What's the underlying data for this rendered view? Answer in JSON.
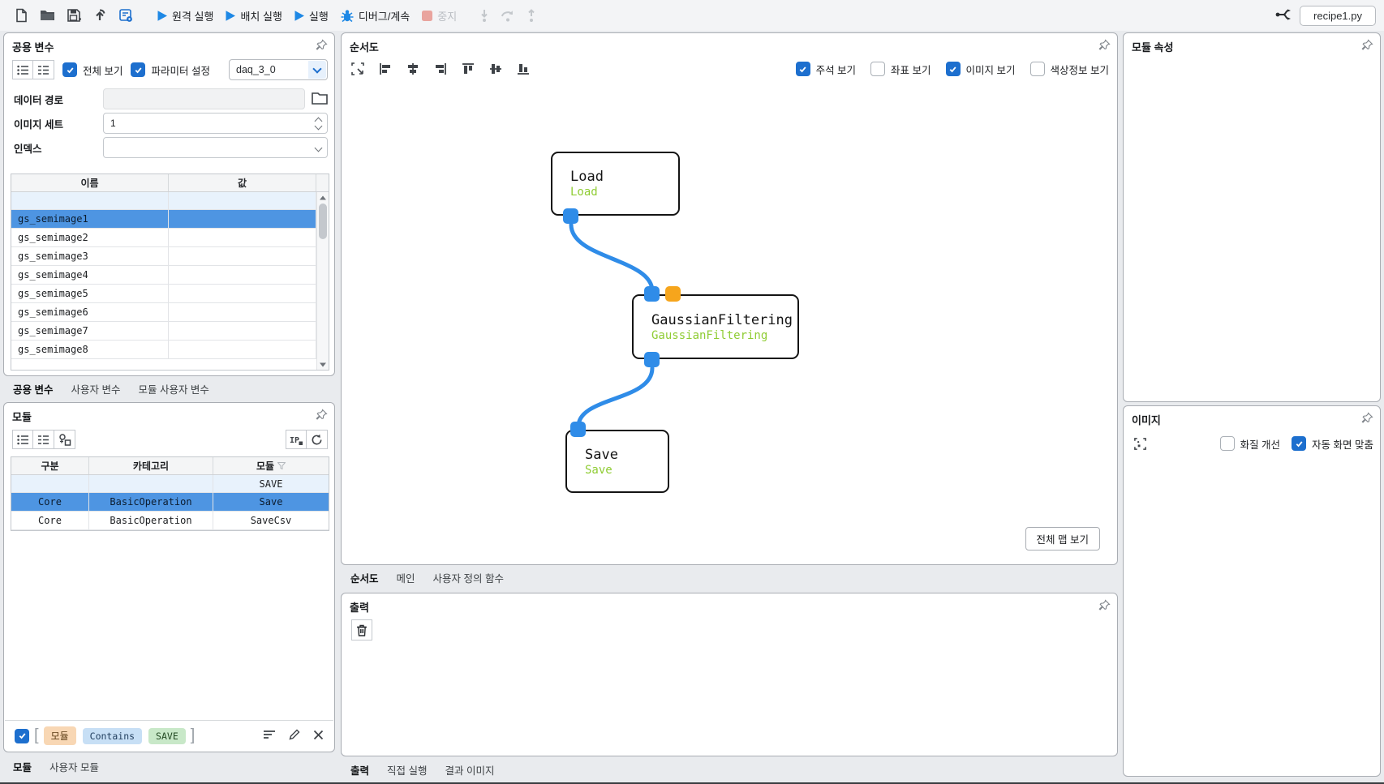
{
  "app": {
    "file_name": "recipe1.py"
  },
  "toolbar": {
    "run_remote": "원격 실행",
    "run_batch": "배치 실행",
    "run": "실행",
    "debug": "디버그/계속",
    "stop": "중지"
  },
  "vars_panel": {
    "title": "공용 변수",
    "show_all_label": "전체 보기",
    "param_setting_label": "파라미터 설정",
    "dataset_value": "daq_3_0",
    "fields": {
      "data_path_label": "데이터 경로",
      "data_path_value": "",
      "image_set_label": "이미지 세트",
      "image_set_value": "1",
      "index_label": "인덱스",
      "index_value": ""
    },
    "table": {
      "headers": [
        "이름",
        "값"
      ],
      "filter_name": "",
      "rows": [
        "gs_semimage1",
        "gs_semimage2",
        "gs_semimage3",
        "gs_semimage4",
        "gs_semimage5",
        "gs_semimage6",
        "gs_semimage7",
        "gs_semimage8"
      ],
      "values": [
        "",
        "",
        "",
        "",
        "",
        "",
        "",
        ""
      ],
      "selected_row": "gs_semimage1"
    },
    "tabs": [
      "공용 변수",
      "사용자 변수",
      "모듈 사용자 변수"
    ],
    "active_tab": "공용 변수"
  },
  "modules_panel": {
    "title": "모듈",
    "ip_icon_text": "IP",
    "table": {
      "headers": [
        "구분",
        "카테고리",
        "모듈"
      ],
      "filter_module": "SAVE",
      "rows": [
        {
          "type": "Core",
          "category": "BasicOperation",
          "module": "Save"
        },
        {
          "type": "Core",
          "category": "BasicOperation",
          "module": "SaveCsv"
        }
      ],
      "selected_module": "Save"
    },
    "filter": {
      "field": "모듈",
      "operator": "Contains",
      "value": "SAVE"
    },
    "tabs": [
      "모듈",
      "사용자 모듈"
    ],
    "active_tab": "모듈"
  },
  "flowchart_panel": {
    "title": "순서도",
    "options": [
      {
        "label": "주석 보기",
        "checked": true
      },
      {
        "label": "좌표 보기",
        "checked": false
      },
      {
        "label": "이미지 보기",
        "checked": true
      },
      {
        "label": "색상정보 보기",
        "checked": false
      }
    ],
    "nodes": [
      {
        "title": "Load",
        "subtitle": "Load"
      },
      {
        "title": "GaussianFiltering",
        "subtitle": "GaussianFiltering"
      },
      {
        "title": "Save",
        "subtitle": "Save"
      }
    ],
    "connections": [
      {
        "from": "Load",
        "to": "GaussianFiltering"
      },
      {
        "from": "GaussianFiltering",
        "to": "Save"
      }
    ],
    "full_map_button": "전체 맵 보기",
    "tabs": [
      "순서도",
      "메인",
      "사용자 정의 함수"
    ],
    "active_tab": "순서도"
  },
  "output_panel": {
    "title": "출력",
    "tabs": [
      "출력",
      "직접 실행",
      "결과 이미지"
    ],
    "active_tab": "출력"
  },
  "props_panel": {
    "title": "모듈 속성"
  },
  "image_panel": {
    "title": "이미지",
    "options": [
      {
        "label": "화질 개선",
        "checked": false
      },
      {
        "label": "자동 화면 맞춤",
        "checked": true
      }
    ]
  },
  "colors": {
    "accent_blue": "#1d6fce",
    "play_blue": "#1e88e5",
    "port_blue": "#2f8ce8",
    "port_orange": "#f6a51c",
    "node_subtitle_green": "#8fcc33",
    "selection_blue": "#4e95e2",
    "stop_disabled": "#e9a49e"
  }
}
